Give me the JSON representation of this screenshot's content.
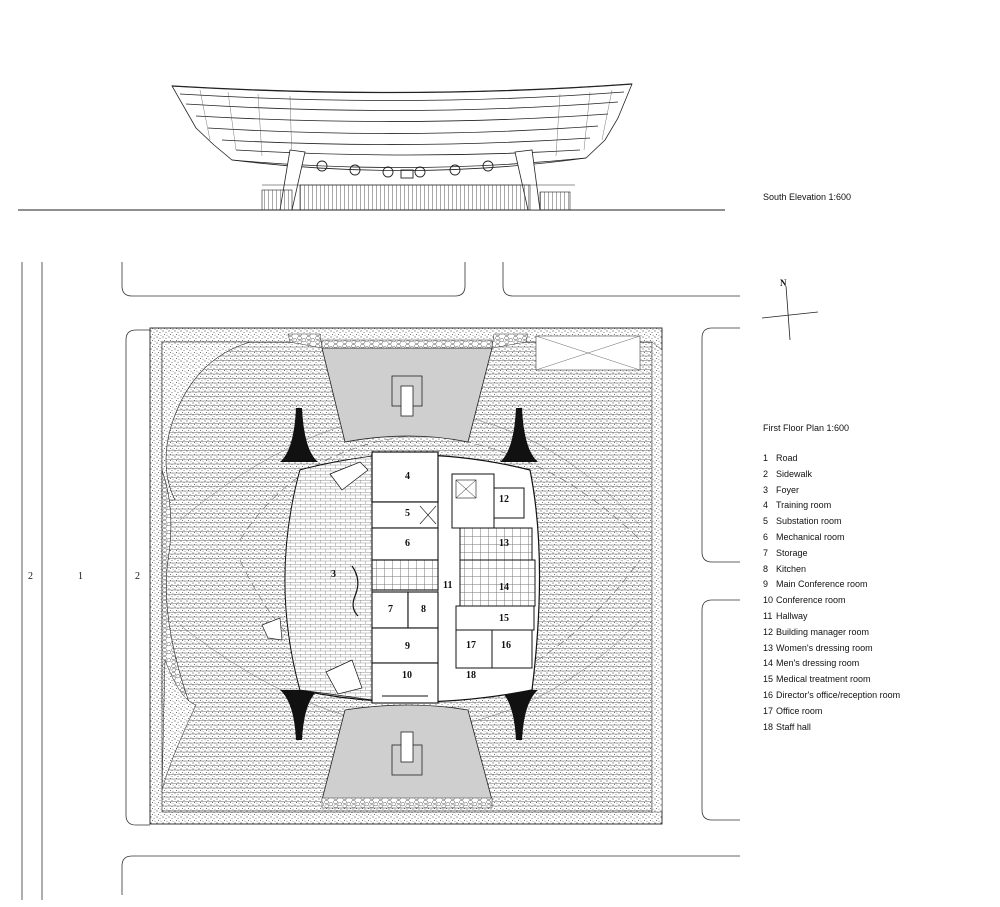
{
  "elevation_caption": "South Elevation  1:600",
  "plan_caption": "First Floor Plan  1:600",
  "north_label": "N",
  "legend": [
    {
      "num": "1",
      "label": "Road"
    },
    {
      "num": "2",
      "label": "Sidewalk"
    },
    {
      "num": "3",
      "label": "Foyer"
    },
    {
      "num": "4",
      "label": "Training room"
    },
    {
      "num": "5",
      "label": "Substation room"
    },
    {
      "num": "6",
      "label": "Mechanical room"
    },
    {
      "num": "7",
      "label": "Storage"
    },
    {
      "num": "8",
      "label": "Kitchen"
    },
    {
      "num": "9",
      "label": "Main Conference room"
    },
    {
      "num": "10",
      "label": "Conference room"
    },
    {
      "num": "11",
      "label": "Hallway"
    },
    {
      "num": "12",
      "label": "Building manager room"
    },
    {
      "num": "13",
      "label": "Women's dressing room"
    },
    {
      "num": "14",
      "label": "Men's dressing room"
    },
    {
      "num": "15",
      "label": "Medical treatment room"
    },
    {
      "num": "16",
      "label": "Director's office/reception room"
    },
    {
      "num": "17",
      "label": "Office room"
    },
    {
      "num": "18",
      "label": "Staff hall"
    }
  ],
  "plan_labels": {
    "road_1": "1",
    "sidewalk_left": "2",
    "sidewalk_right": "2",
    "r3": "3",
    "r4": "4",
    "r5": "5",
    "r6": "6",
    "r7": "7",
    "r8": "8",
    "r9": "9",
    "r10": "10",
    "r11": "11",
    "r12": "12",
    "r13": "13",
    "r14": "14",
    "r15": "15",
    "r16": "16",
    "r17": "17",
    "r18": "18"
  }
}
